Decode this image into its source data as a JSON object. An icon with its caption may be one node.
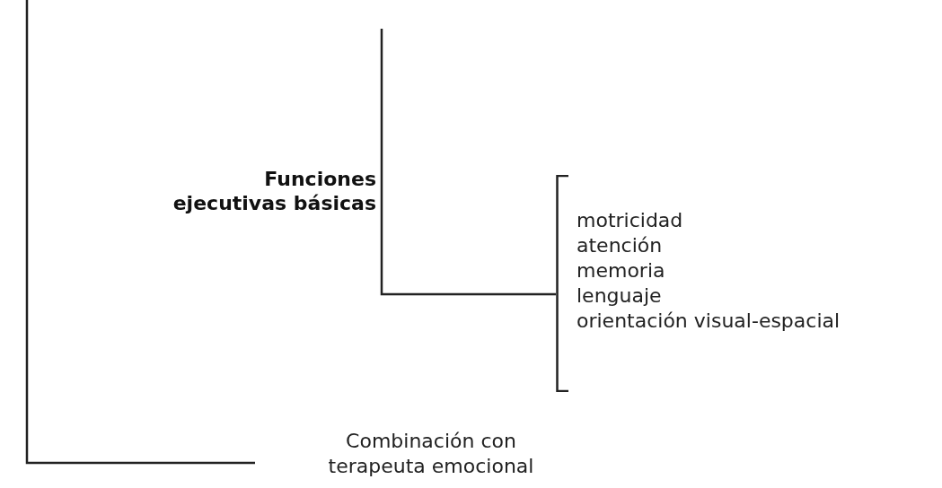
{
  "diagram": {
    "nodes": [
      {
        "text": [
          "motricidad",
          "atención",
          "memoria",
          "lenguaje",
          "orientación visual-espacial"
        ]
      },
      {
        "text": [
          "Combinación con terapeuta emocional"
        ]
      }
    ],
    "edges": [
      {
        "from": null,
        "to": 0,
        "arrow": "none",
        "label": "Funciones ejecutivas básicas"
      },
      {
        "from": null,
        "to": 1,
        "arrow": "none"
      }
    ]
  }
}
